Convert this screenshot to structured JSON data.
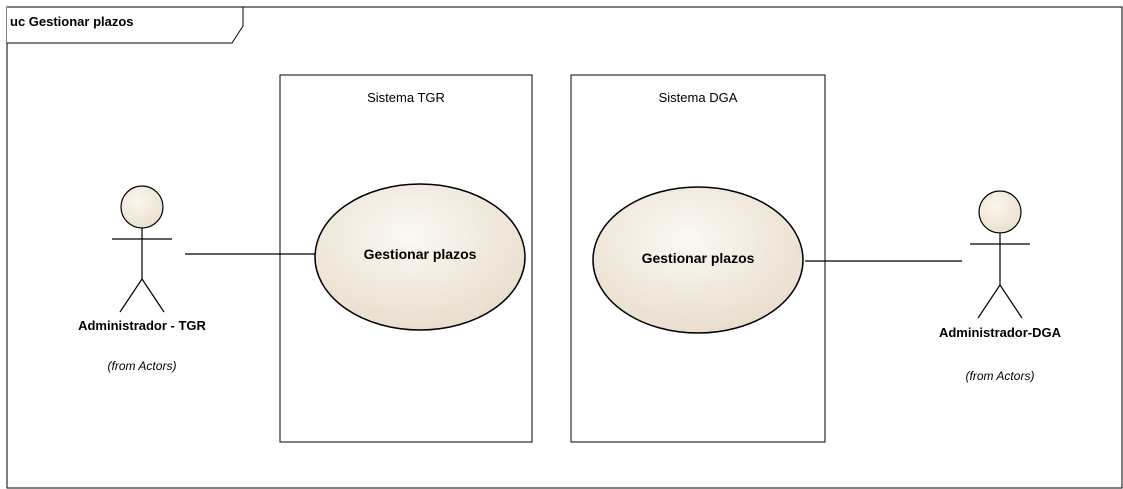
{
  "diagram": {
    "frame_title": "uc Gestionar plazos",
    "systems": [
      {
        "name": "Sistema TGR",
        "use_case": "Gestionar plazos"
      },
      {
        "name": "Sistema DGA",
        "use_case": "Gestionar plazos"
      }
    ],
    "actors": [
      {
        "name": "Administrador - TGR",
        "note": "(from Actors)"
      },
      {
        "name": "Administrador-DGA",
        "note": "(from Actors)"
      }
    ],
    "colors": {
      "use_case_fill_light": "#fbf8f3",
      "use_case_fill_dark": "#e8dccb",
      "actor_head_fill": "#f2eadc",
      "line": "#000000"
    }
  }
}
